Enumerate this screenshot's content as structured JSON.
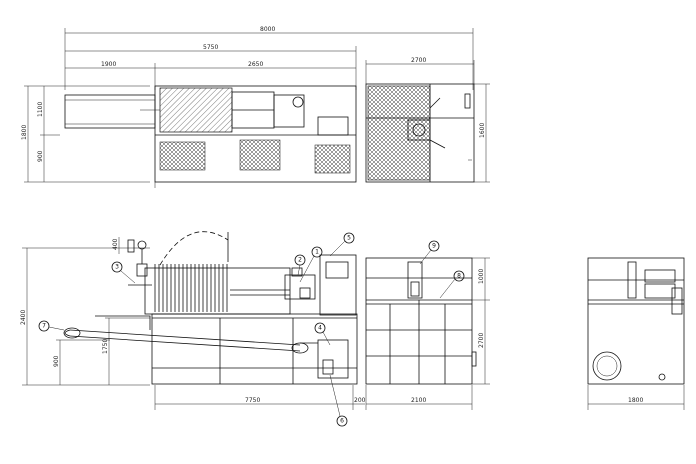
{
  "top_view": {
    "dims": {
      "overall": "8000",
      "mid": "5750",
      "left_seg": "1900",
      "right_seg": "2650",
      "height_upper": "1100",
      "height_total": "1800",
      "height_lower": "900"
    }
  },
  "side_top_view": {
    "dims": {
      "width": "2700",
      "height": "1600"
    }
  },
  "front_view": {
    "dims": {
      "height_total": "2400",
      "height_mid": "1750",
      "height_low": "900",
      "length": "7750",
      "tail": "200",
      "side_small": "400"
    },
    "callouts": [
      "1",
      "2",
      "3",
      "4",
      "5",
      "6",
      "7"
    ]
  },
  "end_view": {
    "dims": {
      "width": "2100",
      "upper": "1000",
      "lower": "2700"
    },
    "callouts": [
      "8",
      "9"
    ]
  },
  "right_view": {
    "dims": {
      "width": "1800"
    }
  }
}
